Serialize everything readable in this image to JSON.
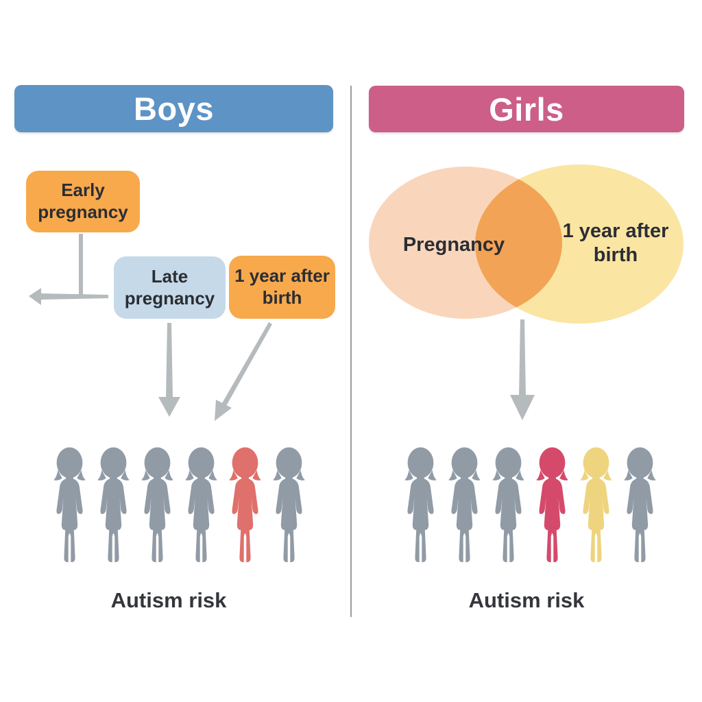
{
  "canvas": {
    "background": "#ffffff",
    "divider_color": "#9b9b9b"
  },
  "boys_panel": {
    "title": "Boys",
    "title_bg": "#5e93c5",
    "title_text_color": "#ffffff",
    "boxes": [
      {
        "label": "Early pregnancy",
        "bg": "#f7a94c"
      },
      {
        "label": "Late pregnancy",
        "bg": "#c5d9e9"
      },
      {
        "label": "1 year after birth",
        "bg": "#f7a94c"
      }
    ],
    "figures": [
      "gray",
      "gray",
      "gray",
      "gray",
      "red",
      "gray"
    ],
    "caption": "Autism risk"
  },
  "girls_panel": {
    "title": "Girls",
    "title_bg": "#cc5e87",
    "title_text_color": "#ffffff",
    "venn": {
      "left_label": "Pregnancy",
      "left_color": "#f9d6bb",
      "right_label": "1 year after birth",
      "right_color": "#fae5a3",
      "overlap_color": "#f2a355"
    },
    "figures": [
      "gray",
      "gray",
      "gray",
      "pink",
      "yellow",
      "gray"
    ],
    "caption": "Autism risk"
  },
  "figure_colors": {
    "gray": "#919ba6",
    "red": "#df706b",
    "pink": "#d54a6b",
    "yellow": "#eed47e"
  },
  "arrow_color": "#b5babd",
  "text_color": "#2b2d33"
}
